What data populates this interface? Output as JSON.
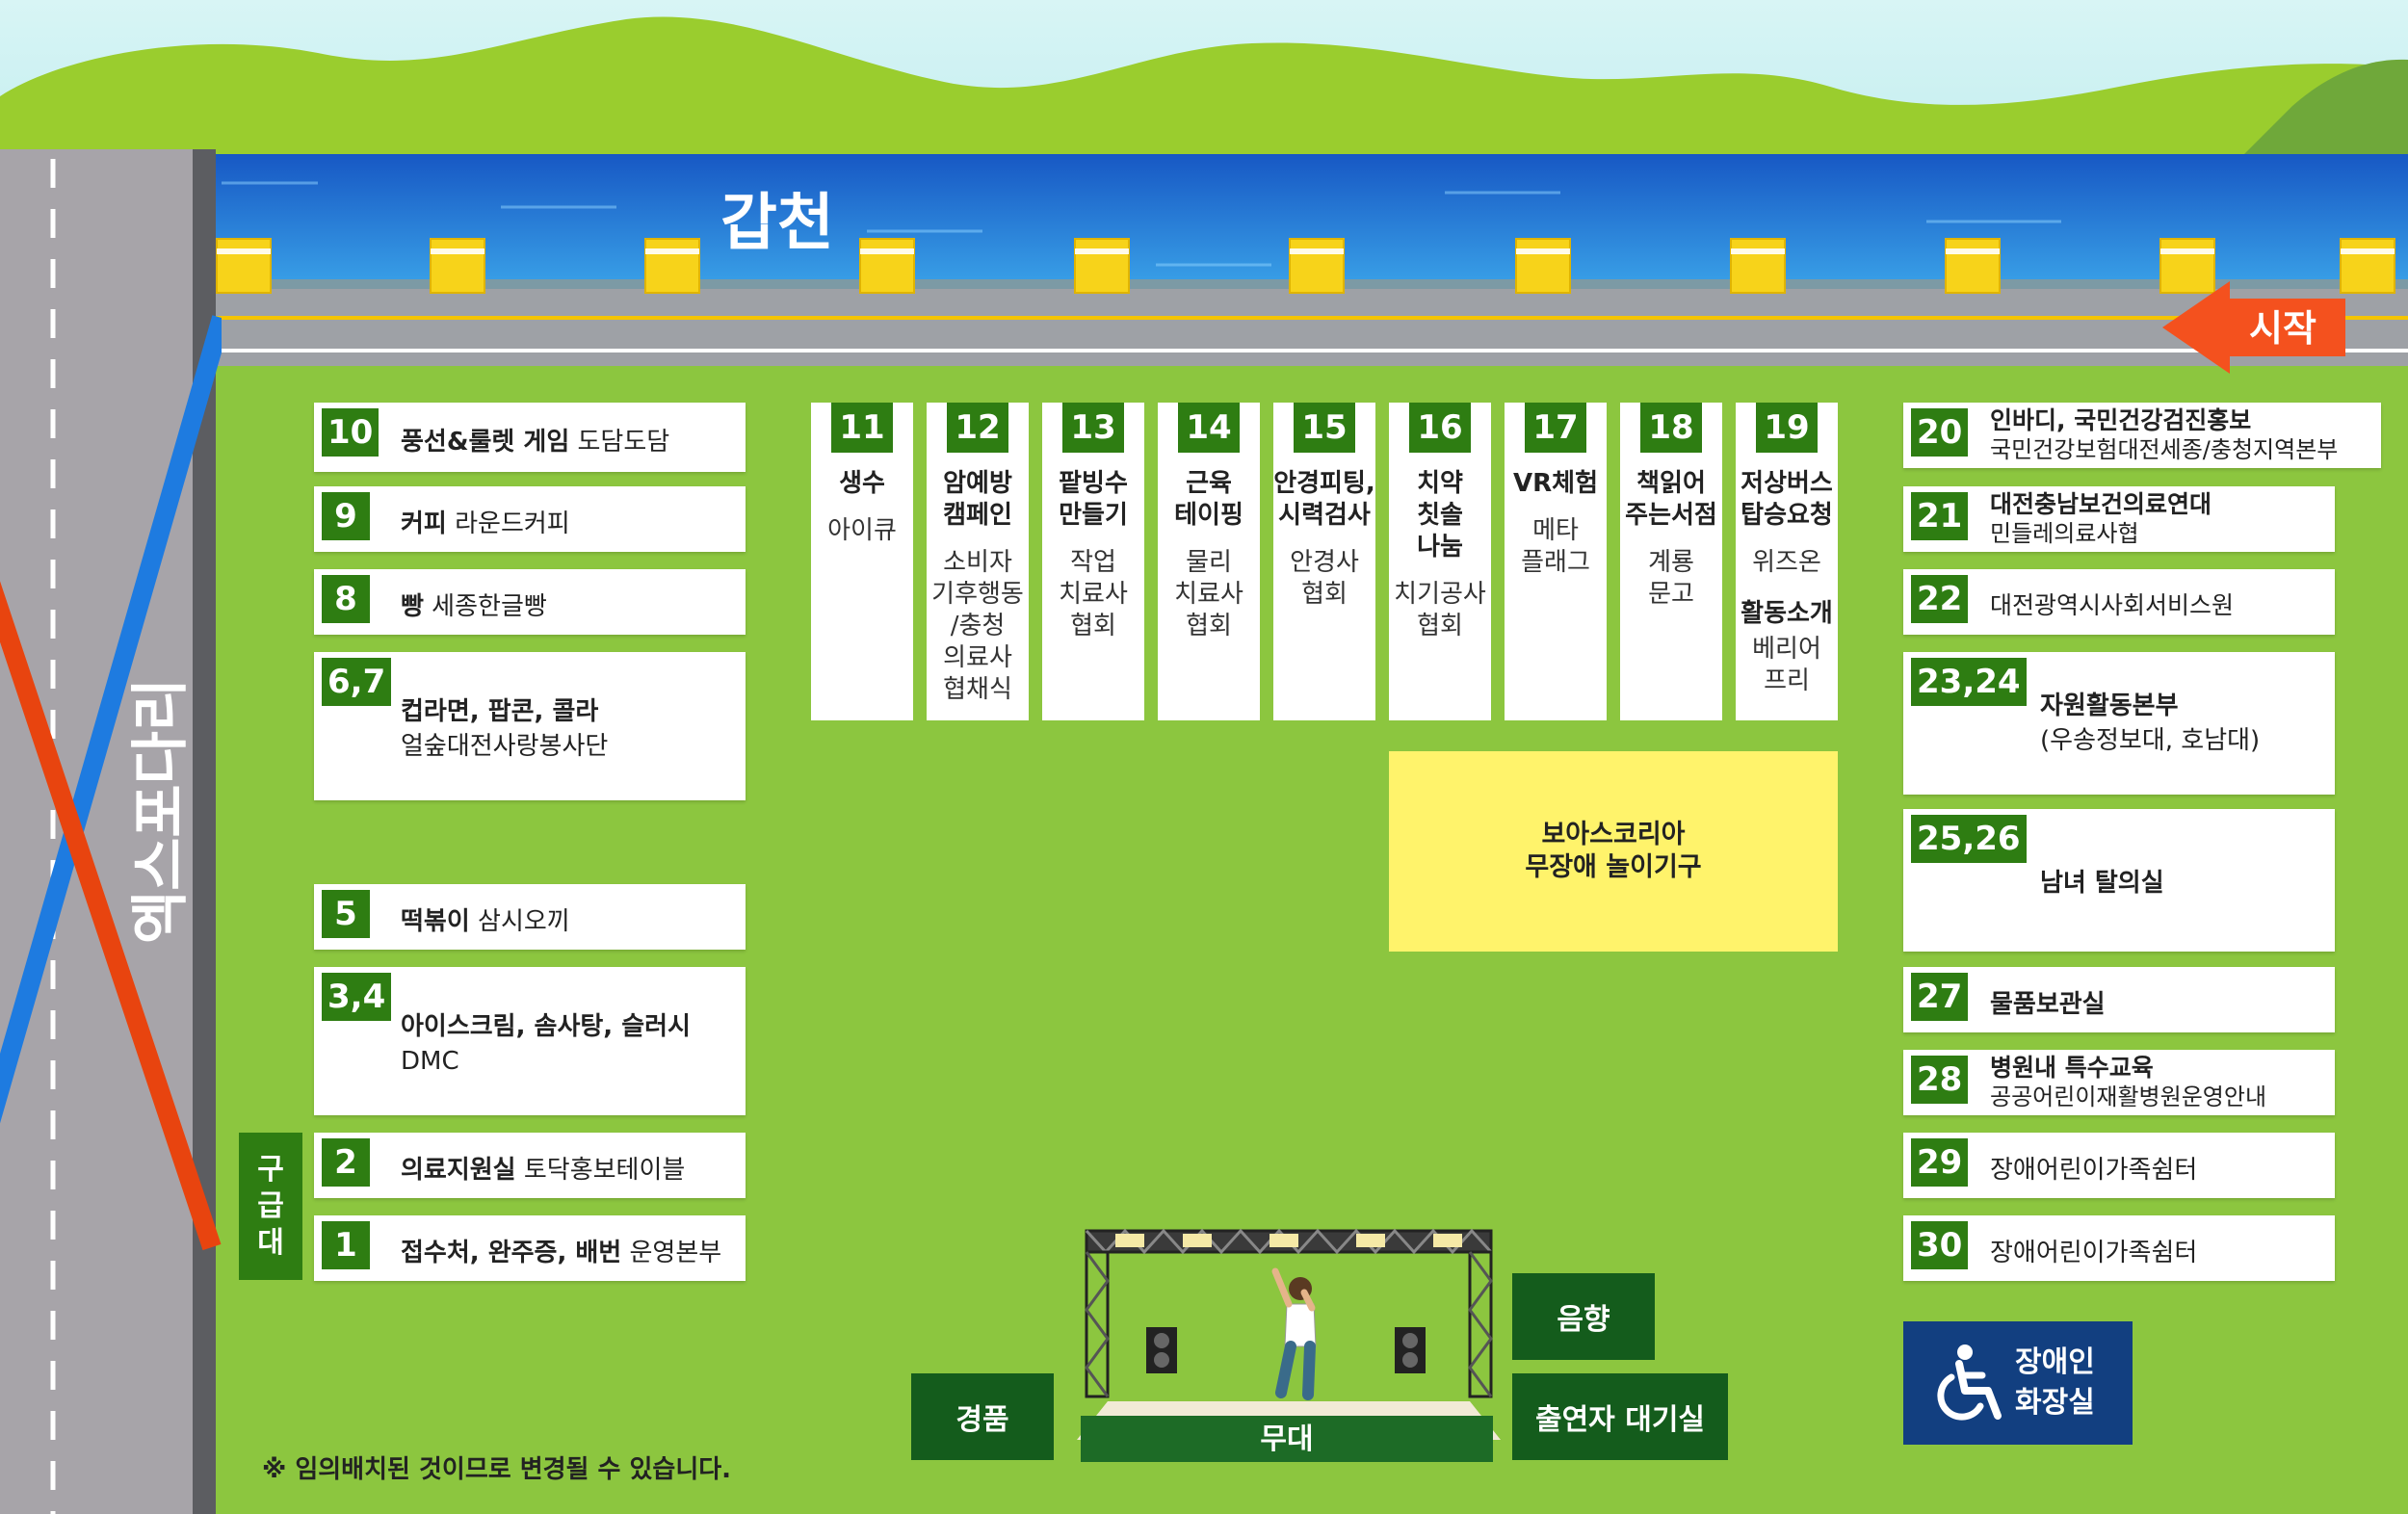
{
  "river_label": "갑천",
  "start_label": "시작",
  "bridge_label": "엑스포다리",
  "emergency_label": "구급대",
  "notice": "※ 임의배치된 것이므로 변경될 수 있습니다.",
  "left_booths": [
    {
      "num": "10",
      "bold": "풍선&룰렛 게임",
      "sub": " 도담도담"
    },
    {
      "num": "9",
      "bold": "커피",
      "sub": " 라운드커피"
    },
    {
      "num": "8",
      "bold": "빵",
      "sub": " 세종한글빵"
    },
    {
      "num": "6,7",
      "bold": "컵라면, 팝콘, 콜라",
      "line2": "얼숲대전사랑봉사단"
    },
    {
      "num": "5",
      "bold": "떡볶이",
      "sub": " 삼시오끼"
    },
    {
      "num": "3,4",
      "bold": "아이스크림, 솜사탕, 슬러시",
      "line2": "DMC"
    },
    {
      "num": "2",
      "bold": "의료지원실",
      "sub": " 토닥홍보테이블"
    },
    {
      "num": "1",
      "bold": "접수처, 완주증, 배번",
      "sub": " 운영본부"
    }
  ],
  "middle_booths": [
    {
      "num": "11",
      "title": [
        "생수"
      ],
      "sub": [
        "아이큐"
      ]
    },
    {
      "num": "12",
      "title": [
        "암예방",
        "캠페인"
      ],
      "sub": [
        "소비자",
        "기후행동",
        "/충청",
        "의료사",
        "협채식"
      ]
    },
    {
      "num": "13",
      "title": [
        "팥빙수",
        "만들기"
      ],
      "sub": [
        "작업",
        "치료사",
        "협회"
      ]
    },
    {
      "num": "14",
      "title": [
        "근육",
        "테이핑"
      ],
      "sub": [
        "물리",
        "치료사",
        "협회"
      ]
    },
    {
      "num": "15",
      "title": [
        "안경피팅,",
        "시력검사"
      ],
      "sub": [
        "안경사",
        "협회"
      ]
    },
    {
      "num": "16",
      "title": [
        "치약",
        "칫솔",
        "나눔"
      ],
      "sub": [
        "치기공사",
        "협회"
      ]
    },
    {
      "num": "17",
      "title": [
        "VR체험"
      ],
      "sub": [
        "메타",
        "플래그"
      ]
    },
    {
      "num": "18",
      "title": [
        "책읽어",
        "주는서점"
      ],
      "sub": [
        "계룡",
        "문고"
      ]
    },
    {
      "num": "19",
      "title": [
        "저상버스",
        "탑승요청"
      ],
      "sub": [
        "위즈온"
      ],
      "title2": [
        "활동소개"
      ],
      "sub2": [
        "베리어",
        "프리"
      ]
    }
  ],
  "right_booths": [
    {
      "num": "20",
      "line1": "인바디, 국민건강검진홍보",
      "line2": "국민건강보험대전세종/충청지역본부"
    },
    {
      "num": "21",
      "line1": "대전충남보건의료연대",
      "line2": "민들레의료사협"
    },
    {
      "num": "22",
      "line1": "대전광역시사회서비스원"
    },
    {
      "num": "23,24",
      "line1": "자원활동본부",
      "line2": "(우송정보대, 호남대)"
    },
    {
      "num": "25,26",
      "line1": "남녀 탈의실"
    },
    {
      "num": "27",
      "line1": "물품보관실"
    },
    {
      "num": "28",
      "line1": "병원내 특수교육",
      "line2": "공공어린이재활병원운영안내"
    },
    {
      "num": "29",
      "line1": "장애어린이가족쉼터"
    },
    {
      "num": "30",
      "line1": "장애어린이가족쉼터"
    }
  ],
  "play_zone": [
    "보아스코리아",
    "무장애 놀이기구"
  ],
  "stage_label": "무대",
  "prize_label": "경품",
  "sound_label": "음향",
  "performer_label": "출연자 대기실",
  "accessible_toilet": [
    "장애인",
    "화장실"
  ],
  "colors": {
    "grass": "#8cc63f",
    "booth_number": "#2e7d12",
    "dark_green": "#145c1c",
    "river": "#1565c0",
    "start_arrow": "#f4511e",
    "play_zone": "#fff36b",
    "toilet_sign": "#123f80"
  }
}
